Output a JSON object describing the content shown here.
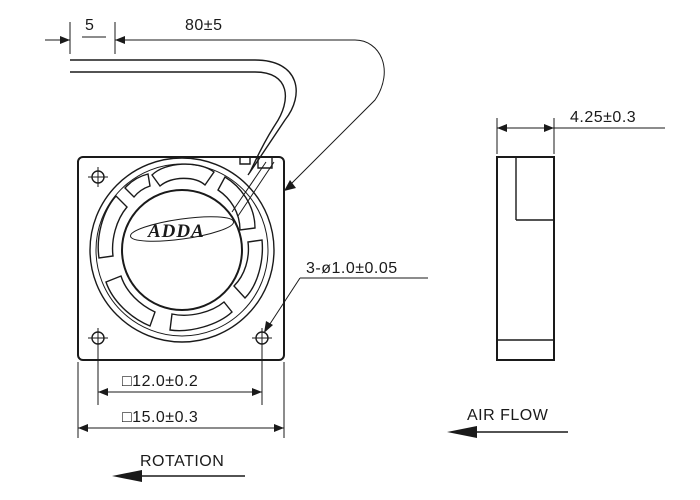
{
  "dimensions": {
    "wire_offset": "5",
    "wire_length": "80±5",
    "thickness": "4.25±0.3",
    "hole_callout": "3-ø1.0±0.05",
    "hole_spacing": "□12.0±0.2",
    "frame_size": "□15.0±0.3"
  },
  "labels": {
    "air_flow": "AIR  FLOW",
    "rotation": "ROTATION"
  },
  "logo": {
    "text": "ADDA"
  }
}
